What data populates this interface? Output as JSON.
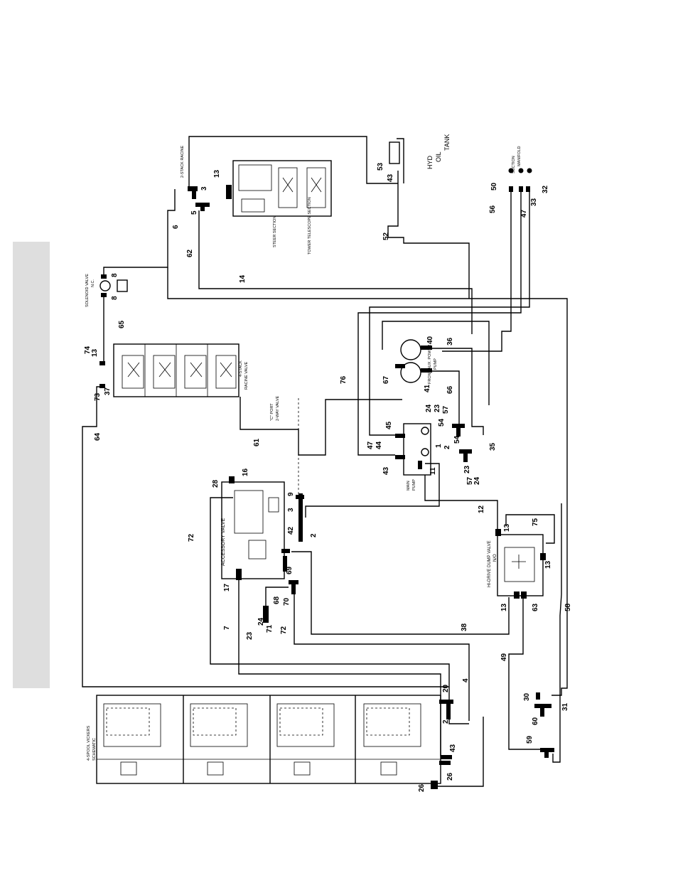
{
  "components": {
    "hyd_oil_tank": {
      "label_line1": "HYD",
      "label_line2": "OIL",
      "label_line3": "TANK"
    },
    "suction_manifold": {
      "label_line1": "SUCTION",
      "label_line2": "MANIFOLD"
    },
    "stack_2_racine": {
      "label": "2-STACK RACINE"
    },
    "steer_section": {
      "label": "STEER SECTION"
    },
    "tower_telescope_section": {
      "label": "TOWER TELESCOPE SECTION"
    },
    "solenoid_valve": {
      "label_line1": "SOLENOID VALVE",
      "label_line2": "N.C."
    },
    "stack_4_racine": {
      "label_line1": "4-STACK",
      "label_line2": "RACINE VALVE"
    },
    "c_port": {
      "label_line1": "\"C\" PORT",
      "label_line2": "2-WAY VALVE"
    },
    "accessory_valve": {
      "label": "ACCESSORY VALVE"
    },
    "hi_drive_dump_valve": {
      "label_line1": "HI-DRIVE DUMP VALVE",
      "label_line2": "N/O"
    },
    "main_pump": {
      "label_line1": "MAIN",
      "label_line2": "PUMP"
    },
    "aux_power_pump": {
      "label_line1": "FRONT AUX. POWER",
      "label_line2": "PUMP"
    },
    "spool_vickers": {
      "label_line1": "4-SPOOL VICKERS",
      "label_line2": "SCHEMATIC"
    }
  },
  "port_callouts": [
    "1",
    "2",
    "3",
    "4",
    "5",
    "6",
    "7",
    "8",
    "9",
    "11",
    "12",
    "13",
    "14",
    "16",
    "17",
    "20",
    "23",
    "24",
    "26",
    "28",
    "30",
    "31",
    "32",
    "33",
    "35",
    "36",
    "38",
    "40",
    "41",
    "42",
    "43",
    "44",
    "45",
    "47",
    "49",
    "50",
    "52",
    "53",
    "54",
    "56",
    "57",
    "58",
    "59",
    "60",
    "61",
    "62",
    "63",
    "64",
    "65",
    "66",
    "67",
    "68",
    "69",
    "70",
    "71",
    "72",
    "73",
    "74",
    "75",
    "76"
  ]
}
